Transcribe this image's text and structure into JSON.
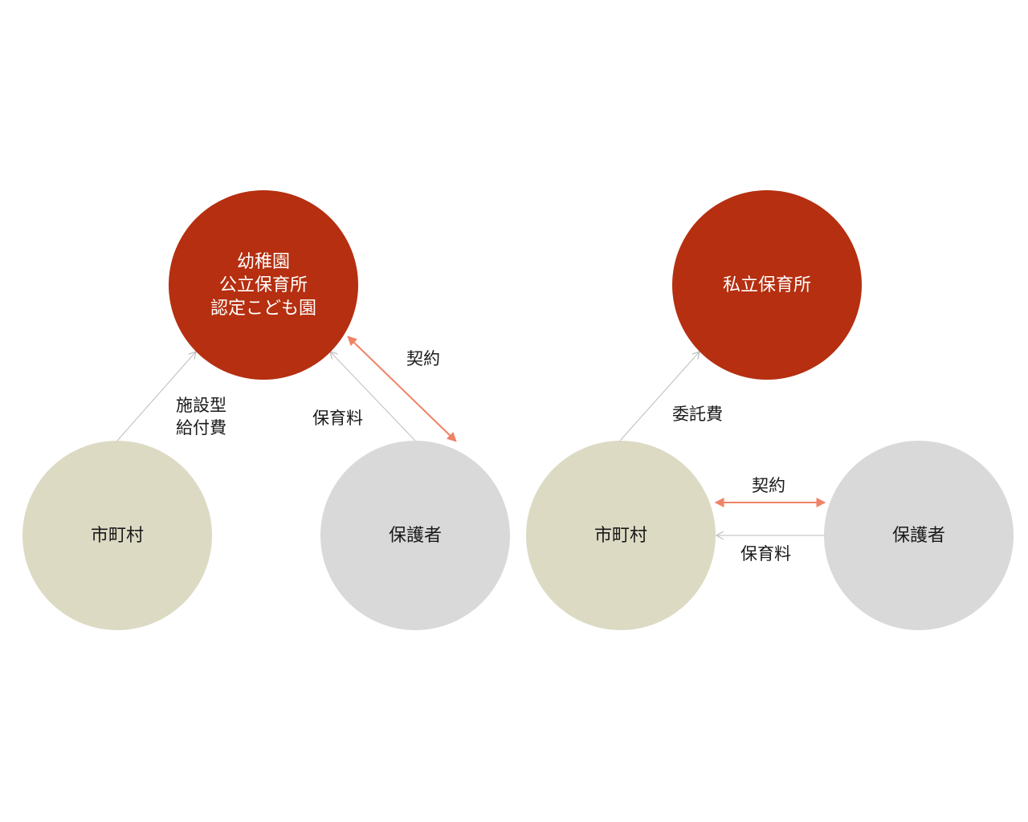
{
  "colors": {
    "facility": "#B52F10",
    "municipality": "#DDDAC4",
    "guardian": "#D9D9D9",
    "contract_arrow": "#F08266",
    "flow_arrow": "#BDBDBD"
  },
  "left": {
    "facility": {
      "lines": [
        "幼稚園",
        "公立保育所",
        "認定こども園"
      ]
    },
    "municipality": {
      "label": "市町村"
    },
    "guardian": {
      "label": "保護者"
    },
    "subsidy": {
      "lines": [
        "施設型",
        "給付費"
      ]
    },
    "fee": {
      "label": "保育料"
    },
    "contract": {
      "label": "契約"
    }
  },
  "right": {
    "facility": {
      "label": "私立保育所"
    },
    "municipality": {
      "label": "市町村"
    },
    "guardian": {
      "label": "保護者"
    },
    "consignment": {
      "label": "委託費"
    },
    "contract": {
      "label": "契約"
    },
    "fee": {
      "label": "保育料"
    }
  }
}
